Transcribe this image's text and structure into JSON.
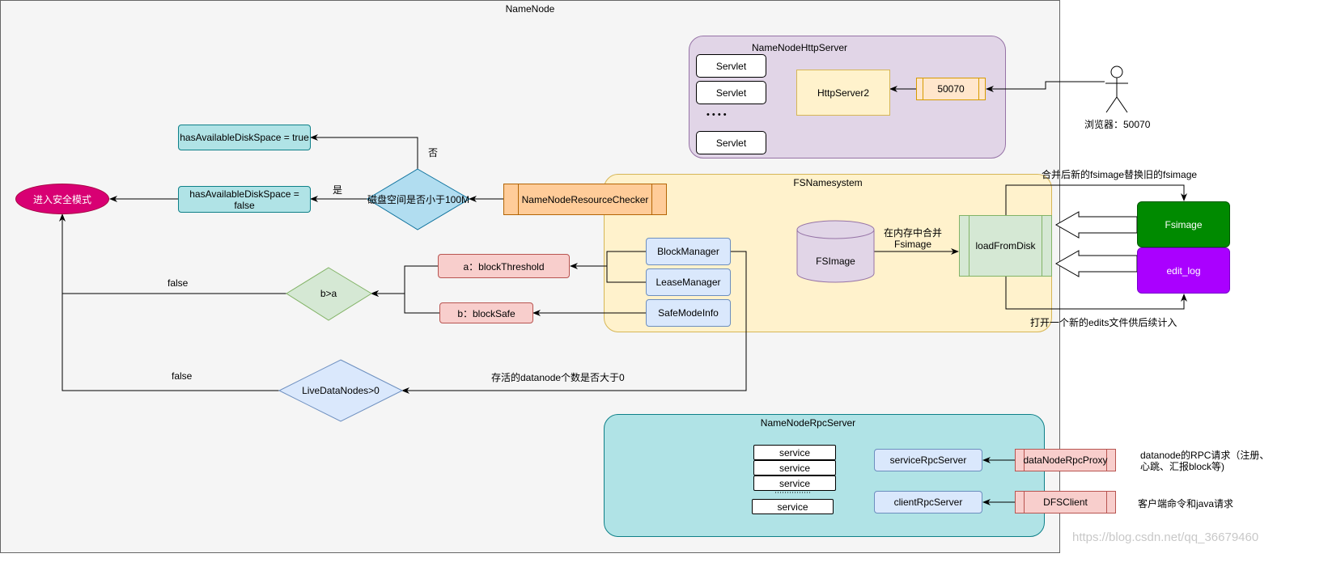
{
  "containers": {
    "namenode": "NameNode",
    "http_server": "NameNodeHttpServer",
    "fsnamesystem": "FSNamesystem",
    "rpc_server": "NameNodeRpcServer"
  },
  "http": {
    "servlets": [
      "Servlet",
      "Servlet",
      "Servlet"
    ],
    "dots": "• • • •",
    "httpserver2": "HttpServer2",
    "port": "50070",
    "browser": "浏览器：50070"
  },
  "fs": {
    "block_manager": "BlockManager",
    "lease_manager": "LeaseManager",
    "safemode_info": "SafeModeInfo",
    "fsimage_db": "FSImage",
    "merge_label": "在内存中合并\nFsimage",
    "load_from_disk": "loadFromDisk",
    "fsimage_box": "Fsimage",
    "edit_log_box": "edit_log",
    "replace_label": "合并后新的fsimage替换旧的fsimage",
    "open_edits_label": "打开一个新的edits文件供后续计入"
  },
  "resource": {
    "checker": "NameNodeResourceChecker",
    "disk_question": "磁盘空间是否小于100M",
    "true_box": "hasAvailableDiskSpace = true",
    "false_box": "hasAvailableDiskSpace = false",
    "no_label": "否",
    "yes_label": "是",
    "safe_mode": "进入安全模式"
  },
  "safety": {
    "threshold": "a：blockThreshold",
    "safe": "b：blockSafe",
    "compare": "b>a",
    "false1": "false",
    "live_nodes": "LiveDataNodes>0",
    "false2": "false",
    "live_question": "存活的datanode个数是否大于0"
  },
  "rpc": {
    "services": [
      "service",
      "service",
      "service",
      "service"
    ],
    "service_rpc": "serviceRpcServer",
    "client_rpc": "clientRpcServer",
    "datanode_proxy": "dataNodeRpcProxy",
    "dfs_client": "DFSClient",
    "datanode_desc": "datanode的RPC请求（注册、\n心跳、汇报block等)",
    "client_desc": "客户端命令和java请求"
  },
  "watermark": "https://blog.csdn.net/qq_36679460",
  "colors": {
    "namenode_bg": "#f5f5f5",
    "http_bg": "#e1d5e7",
    "fs_bg": "#fff2cc",
    "rpc_bg": "#b0e3e6",
    "fsimage_green": "#008a00",
    "edit_log_purple": "#aa00ff",
    "safe_mode_pink": "#d80073",
    "decision_blue": "#b1ddf0",
    "decision_green": "#d5e8d4",
    "orange": "#ffcc99"
  }
}
